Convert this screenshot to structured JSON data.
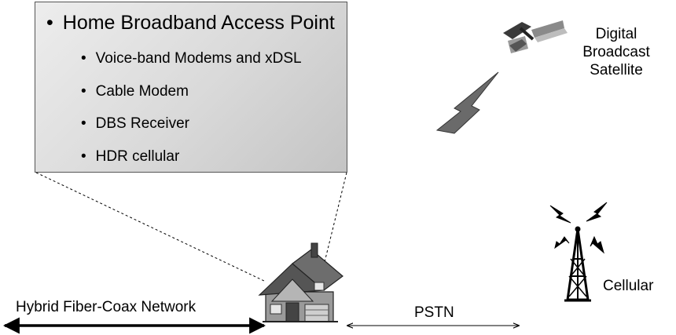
{
  "callout": {
    "main_bullet": "Home Broadband Access Point",
    "sub_items": [
      "Voice-band Modems and xDSL",
      "Cable Modem",
      "DBS Receiver",
      "HDR cellular"
    ]
  },
  "labels": {
    "satellite": "Digital Broadcast Satellite",
    "cellular": "Cellular",
    "hfc": "Hybrid Fiber-Coax Network",
    "pstn": "PSTN"
  },
  "icons": {
    "satellite": "satellite-icon",
    "signal": "lightning-signal-icon",
    "tower": "cell-tower-icon",
    "house": "house-icon"
  }
}
